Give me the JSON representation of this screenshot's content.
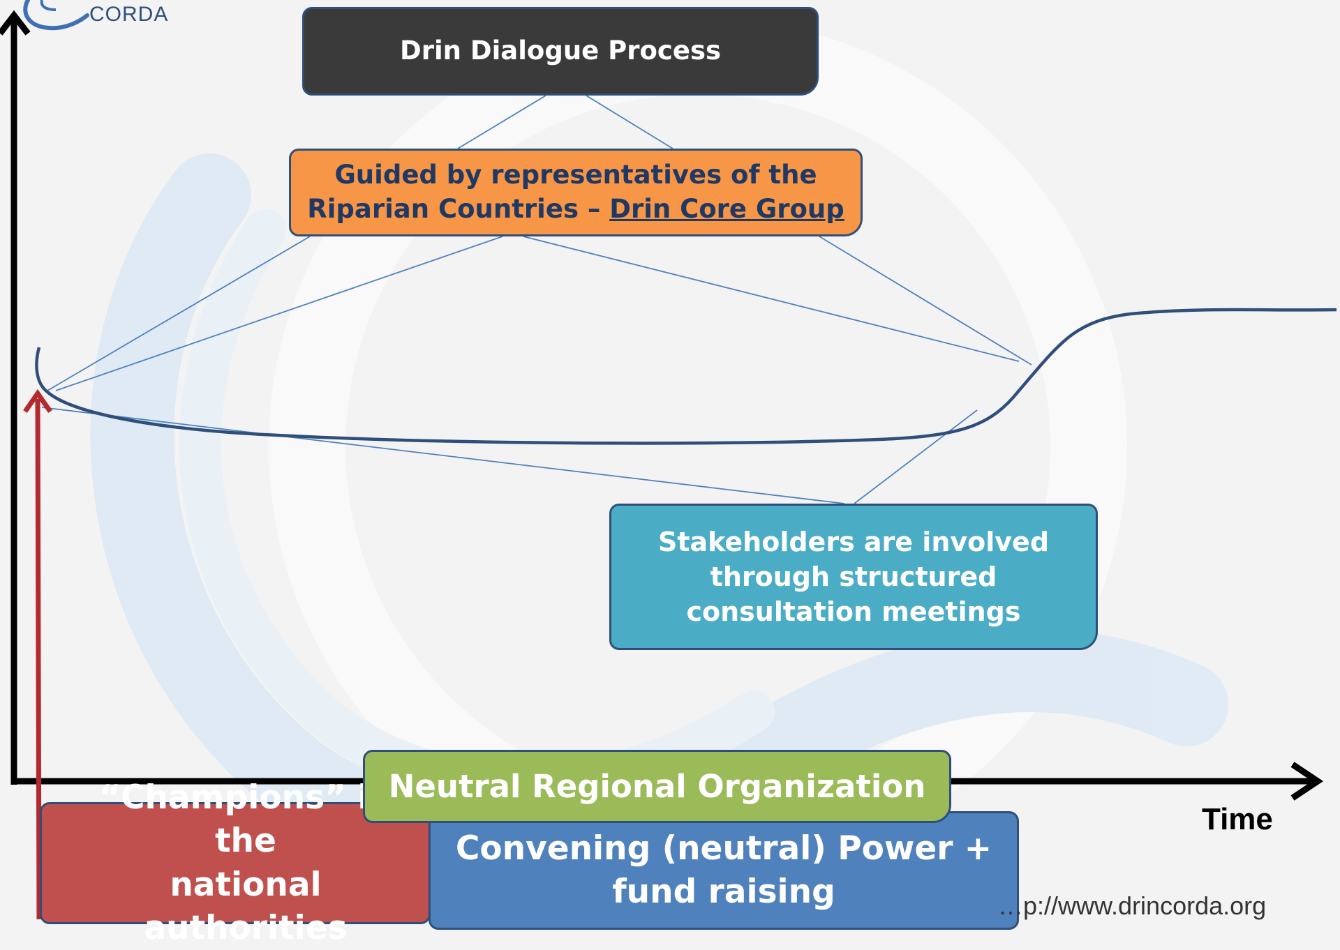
{
  "logo": {
    "text": "CORDA",
    "brand_color": "#2f4f7a"
  },
  "diagram": {
    "title": "Drin Dialogue Process",
    "guided_line1": "Guided by representatives of the",
    "guided_line2_prefix": "Riparian Countries – ",
    "guided_line2_link": "Drin Core Group",
    "stakeholders": "Stakeholders are involved through structured consultation meetings",
    "neutral_org": "Neutral Regional Organization",
    "champions_line1": "“Champions” in the",
    "champions_line2": "national authorities",
    "convening_line1": "Convening (neutral) Power +",
    "convening_line2": "fund raising",
    "x_axis_label": "Time",
    "url": "…p://www.drincorda.org"
  },
  "colors": {
    "title_box": "#3a3a3a",
    "guided_box": "#f79646",
    "stakeholders_box": "#4bacc6",
    "neutral_box": "#9bbb59",
    "champions_box": "#c0504d",
    "convening_box": "#4f81bd",
    "connector_line": "#4f81bd",
    "curve": "#2f4f7a",
    "arrow_red": "#b3292e"
  }
}
